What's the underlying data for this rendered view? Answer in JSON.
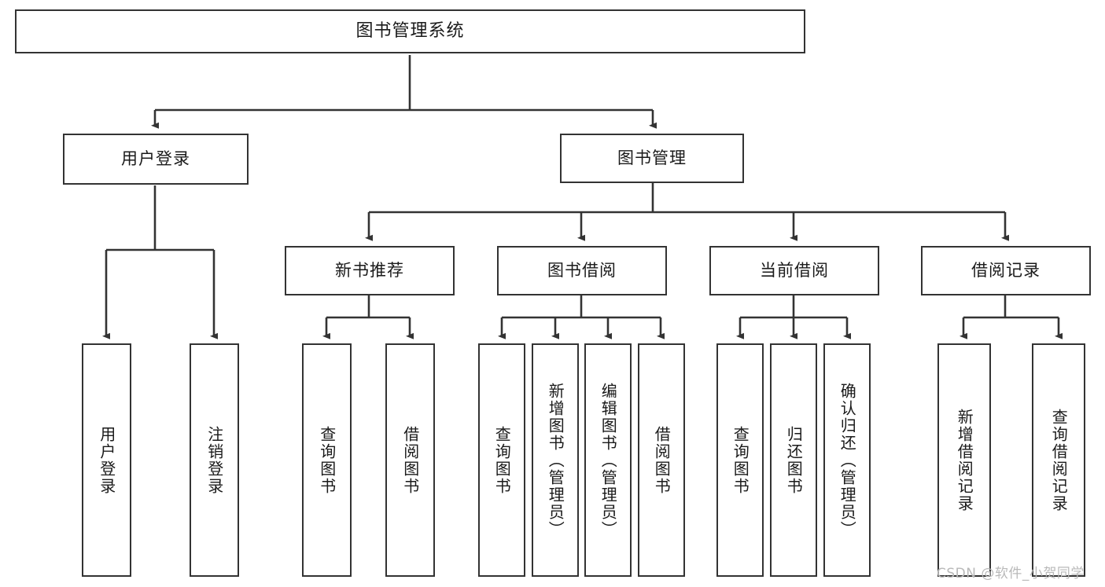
{
  "diagram": {
    "title": "图书管理系统",
    "type": "hierarchy-tree",
    "levels": 4,
    "root": {
      "label": "图书管理系统"
    },
    "level2": [
      {
        "label": "用户登录"
      },
      {
        "label": "图书管理"
      }
    ],
    "level3": [
      {
        "label": "新书推荐",
        "parent": "图书管理"
      },
      {
        "label": "图书借阅",
        "parent": "图书管理"
      },
      {
        "label": "当前借阅",
        "parent": "图书管理"
      },
      {
        "label": "借阅记录",
        "parent": "图书管理"
      }
    ],
    "leaves": {
      "user_login": [
        {
          "label": "用户登录"
        },
        {
          "label": "注销登录"
        }
      ],
      "new_book_recommend": [
        {
          "label": "查询图书"
        },
        {
          "label": "借阅图书"
        }
      ],
      "book_borrow": [
        {
          "label": "查询图书"
        },
        {
          "label": "新增图书（管理员）"
        },
        {
          "label": "编辑图书（管理员）"
        },
        {
          "label": "借阅图书"
        }
      ],
      "current_borrow": [
        {
          "label": "查询图书"
        },
        {
          "label": "归还图书"
        },
        {
          "label": "确认归还（管理员）"
        }
      ],
      "borrow_record": [
        {
          "label": "新增借阅记录"
        },
        {
          "label": "查询借阅记录"
        }
      ]
    },
    "colors": {
      "stroke": "#333333",
      "fill": "#ffffff",
      "text": "#1a1a1a",
      "watermark": "#b9b9b9"
    }
  },
  "watermark": {
    "text": "CSDN @软件_小贺同学"
  }
}
